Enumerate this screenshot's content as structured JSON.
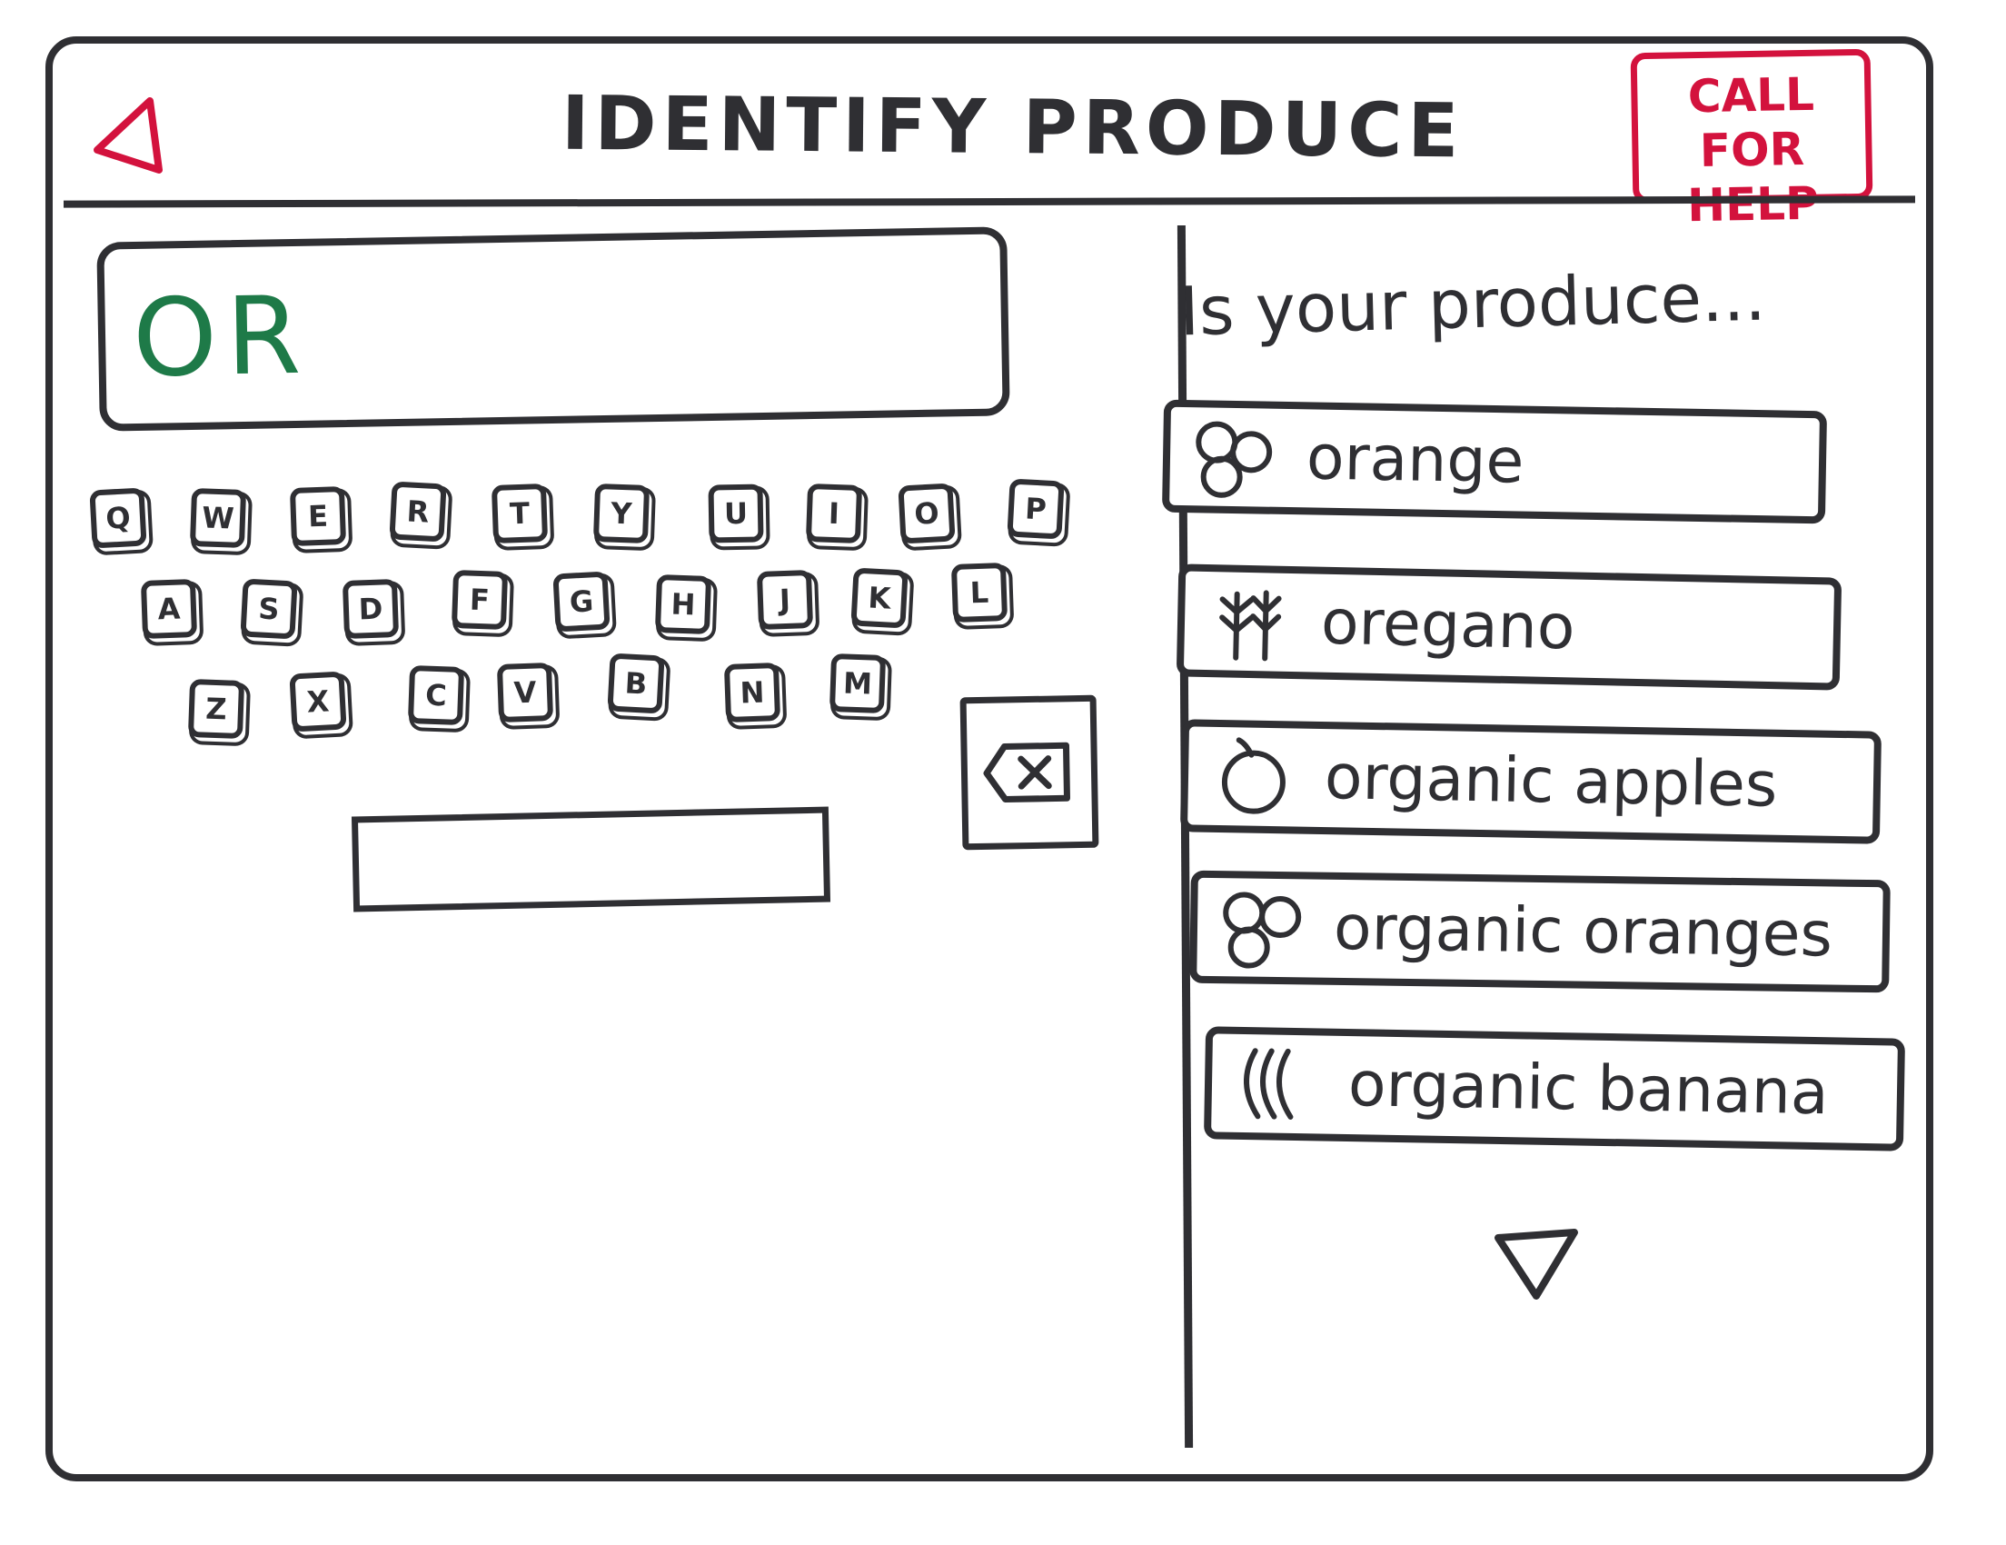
{
  "header": {
    "title": "IDENTIFY PRODUCE",
    "back_icon": "triangle-left-icon",
    "help_button_line1": "CALL FOR",
    "help_button_line2": "HELP",
    "accent_color": "#d3123d"
  },
  "search": {
    "value": "OR",
    "text_color": "#1e7a48"
  },
  "keyboard": {
    "row1": [
      "Q",
      "W",
      "E",
      "R",
      "T",
      "Y",
      "U",
      "I",
      "O",
      "P"
    ],
    "row2": [
      "A",
      "S",
      "D",
      "F",
      "G",
      "H",
      "J",
      "K",
      "L"
    ],
    "row3": [
      "Z",
      "X",
      "C",
      "V",
      "B",
      "N",
      "M"
    ],
    "backspace_icon": "backspace-icon",
    "space_icon": "spacebar"
  },
  "suggestions": {
    "prompt": "Is your produce...",
    "items": [
      {
        "label": "orange",
        "icon": "orange-icon"
      },
      {
        "label": "oregano",
        "icon": "herb-icon"
      },
      {
        "label": "organic apples",
        "icon": "apple-icon"
      },
      {
        "label": "organic oranges",
        "icon": "orange-icon"
      },
      {
        "label": "organic banana",
        "icon": "banana-icon"
      }
    ],
    "more_icon": "triangle-down-icon"
  }
}
